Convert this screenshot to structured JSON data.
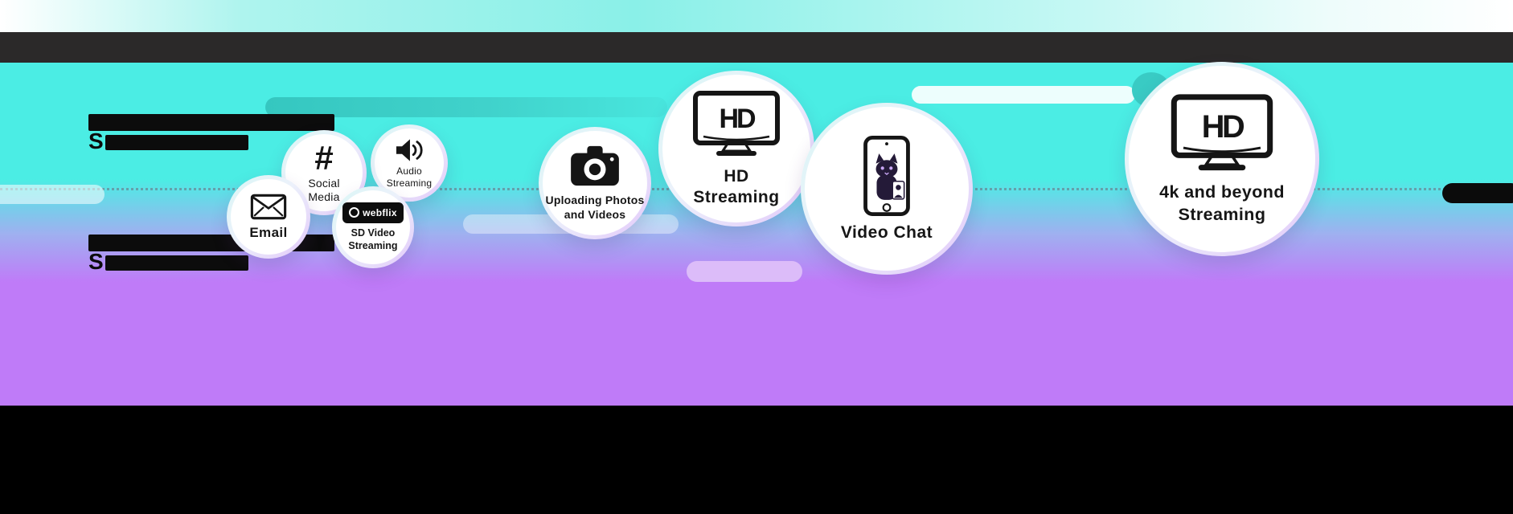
{
  "colors": {
    "cyan": "#4BEDE4",
    "purple": "#BF7BF8",
    "teal_pill": "#3BCDC6",
    "lavender_pill": "#DCBCF9",
    "header_bar": "#2B2929",
    "footer": "#000000",
    "ink": "#151515"
  },
  "left_captions": [
    {
      "visible_text": "S"
    },
    {
      "visible_text": "S"
    }
  ],
  "bubbles": [
    {
      "name": "email",
      "icon": "envelope-icon",
      "lines": [
        "Email"
      ]
    },
    {
      "name": "social-media",
      "icon": "hashtag-icon",
      "hashtag": "#",
      "lines": [
        "Social",
        "Media"
      ]
    },
    {
      "name": "audio-streaming",
      "icon": "speaker-icon",
      "lines": [
        "Audio",
        "Streaming"
      ]
    },
    {
      "name": "sd-video-streaming",
      "icon": "webflix-badge",
      "badge_text": "webflix",
      "lines": [
        "SD Video",
        "Streaming"
      ]
    },
    {
      "name": "uploading-photos-and-videos",
      "icon": "camera-icon",
      "lines": [
        "Uploading Photos",
        "and Videos"
      ]
    },
    {
      "name": "hd-streaming",
      "icon": "tv-hd-icon",
      "tv_label": "HD",
      "lines": [
        "HD",
        "Streaming"
      ]
    },
    {
      "name": "video-chat",
      "icon": "phone-video-chat-icon",
      "lines": [
        "Video Chat"
      ]
    },
    {
      "name": "4k-and-beyond-streaming",
      "icon": "tv-hd-icon",
      "tv_label": "HD",
      "lines": [
        "4k and beyond",
        "Streaming"
      ]
    }
  ]
}
